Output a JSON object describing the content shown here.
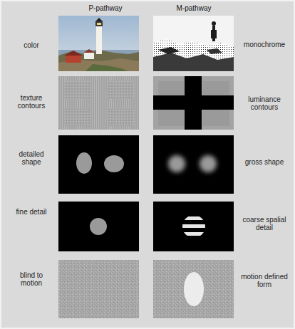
{
  "diagram": {
    "labels": [
      "P-pathway",
      "M-pathway",
      "color",
      "monochrome",
      "texture contours",
      "luminance contours",
      "detailed shape",
      "gross shape",
      "fine detail",
      "coarse spalial detail",
      "blind to motion",
      "motion defined form"
    ]
  }
}
